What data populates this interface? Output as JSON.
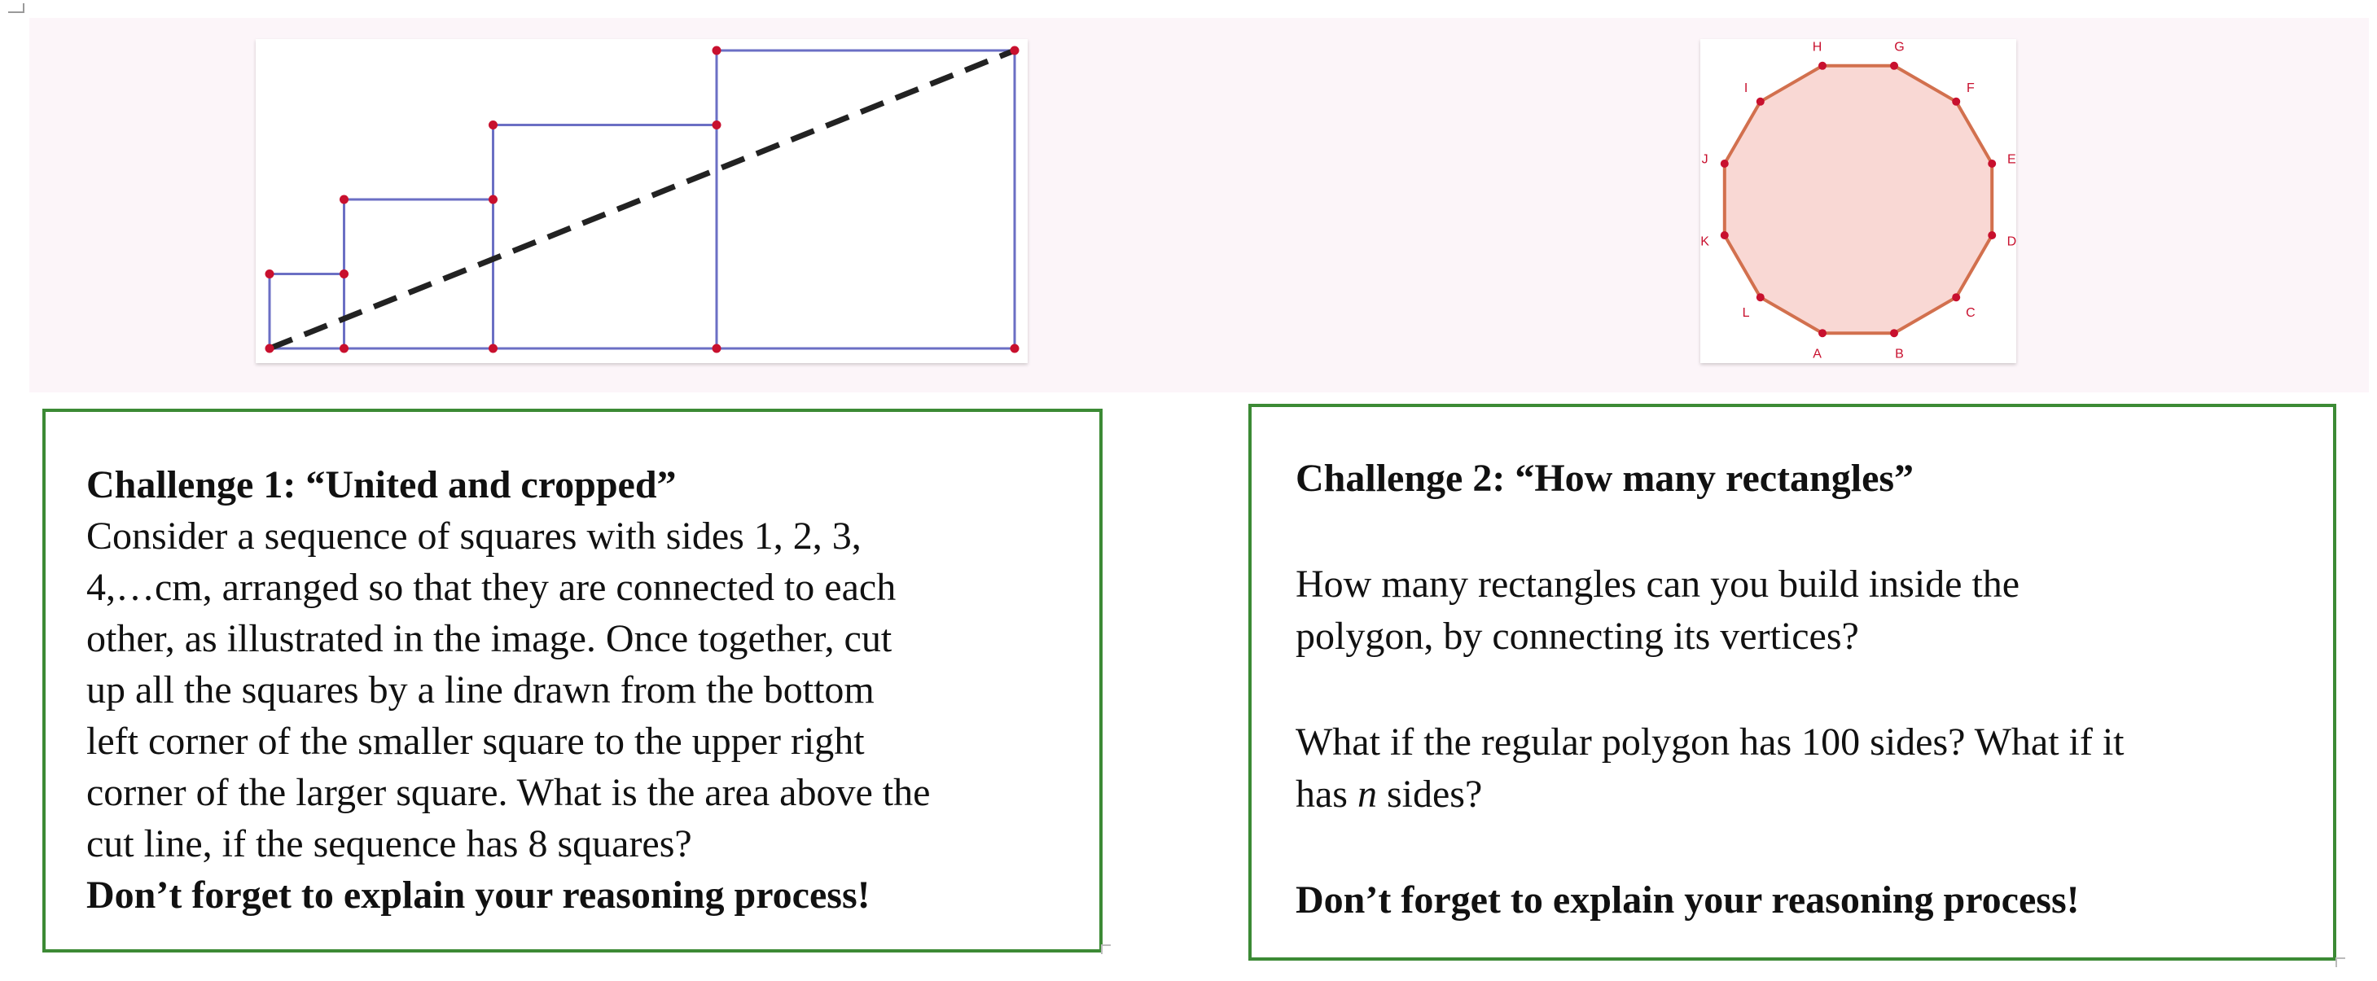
{
  "figures": {
    "squares": {
      "type": "squares-sequence",
      "square_sides": [
        1,
        2,
        3,
        4
      ],
      "cut_line": "dashed diagonal from bottom-left of smallest square to top-right of largest square",
      "colors": {
        "square_stroke": "#6b6fc4",
        "vertex": "#c8102e",
        "cut_line": "#222222"
      }
    },
    "polygon": {
      "type": "regular-dodecagon",
      "vertex_labels": [
        "A",
        "B",
        "C",
        "D",
        "E",
        "F",
        "G",
        "H",
        "I",
        "J",
        "K",
        "L"
      ],
      "colors": {
        "fill": "#f9d8d4",
        "stroke": "#d2704e",
        "vertex": "#c8102e",
        "label": "#c8102e"
      }
    }
  },
  "challenge1": {
    "title": "Challenge 1: “United and cropped”",
    "body_lines": [
      "Consider a sequence of squares with sides 1, 2, 3,",
      "4,…cm, arranged so that they are connected to each",
      "other, as illustrated in the image. Once together, cut",
      "up all the squares by a line drawn from the bottom",
      "left corner of the smaller square to the upper right",
      "corner of the larger square. What is the area above the",
      "cut line, if the sequence has 8 squares?"
    ],
    "closing": "Don’t forget to explain your reasoning process!"
  },
  "challenge2": {
    "title": "Challenge 2: “How many rectangles”",
    "para1_lines": [
      "How many rectangles can you build inside the",
      "polygon, by connecting its vertices?"
    ],
    "para2_line1": "What if the regular polygon has 100 sides? What if it",
    "para2_line2_pre": "has ",
    "para2_line2_var": "n",
    "para2_line2_post": " sides?",
    "closing": "Don’t forget to explain your reasoning process!"
  }
}
